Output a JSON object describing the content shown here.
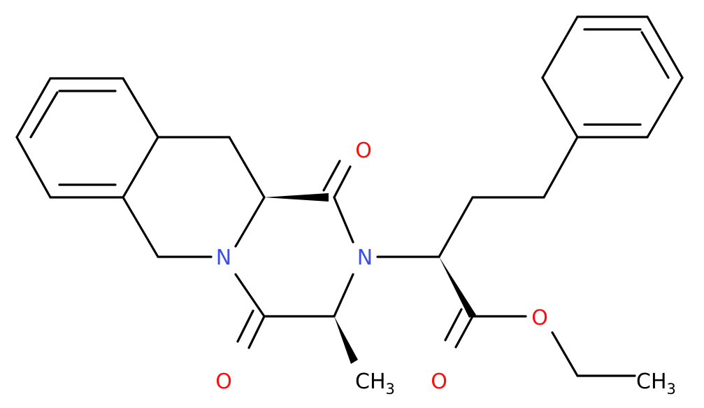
{
  "colors": {
    "bond": "#000000",
    "nitrogen": "#3a50e8",
    "oxygen": "#ff0d0d",
    "carbon": "#000000"
  },
  "labels": {
    "n_ring": "N",
    "n_amide": "N",
    "o_top": "O",
    "o_bottom": "O",
    "o_ester_carbonyl": "O",
    "o_ester": "O",
    "ch3_ring": "CH",
    "ch3_ring_sub": "3",
    "ch3_ethyl": "CH",
    "ch3_ethyl_sub": "3"
  }
}
